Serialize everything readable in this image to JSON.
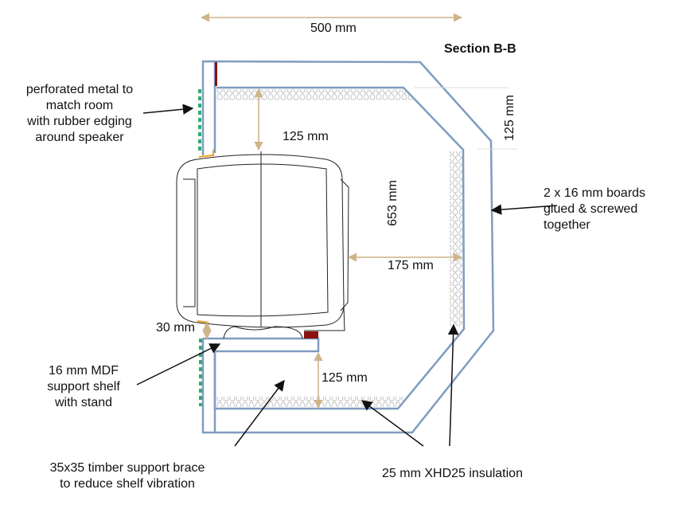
{
  "title": "Section B-B",
  "dimensions": {
    "width": "500 mm",
    "top_gap": "125 mm",
    "corner": "125 mm",
    "height": "653 mm",
    "rear_gap": "175 mm",
    "stand_gap": "30 mm",
    "bottom_gap": "125 mm"
  },
  "callouts": {
    "perforated": "perforated metal to\nmatch room\nwith rubber edging\naround speaker",
    "boards": "2 x 16 mm boards\nglued & screwed\ntogether",
    "shelf": "16 mm MDF\nsupport shelf\nwith stand",
    "brace": "35x35 timber support brace\nto reduce shelf vibration",
    "insulation": "25 mm XHD25 insulation"
  },
  "colors": {
    "wall": "#7f9cc0",
    "dim": "#cfb48a",
    "perf": "#2fae6a",
    "edge": "#f0a020",
    "brace": "#8b1010"
  }
}
